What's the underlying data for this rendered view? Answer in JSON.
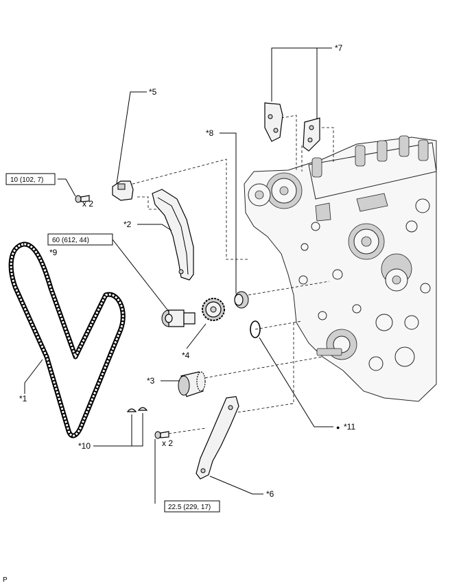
{
  "callouts": {
    "c1": "*1",
    "c2": "*2",
    "c3": "*3",
    "c4": "*4",
    "c5": "*5",
    "c6": "*6",
    "c7": "*7",
    "c8": "*8",
    "c9": "*9",
    "c10": "*10",
    "c11": "*11"
  },
  "torques": {
    "t1": "10 (102, 7)",
    "t2": "60 (612, 44)",
    "t3": "22.5 (229, 17)"
  },
  "quantities": {
    "q1": "x 2",
    "q2": "x 2"
  },
  "marks": {
    "bullet": "●"
  },
  "footer": {
    "code": "P"
  }
}
